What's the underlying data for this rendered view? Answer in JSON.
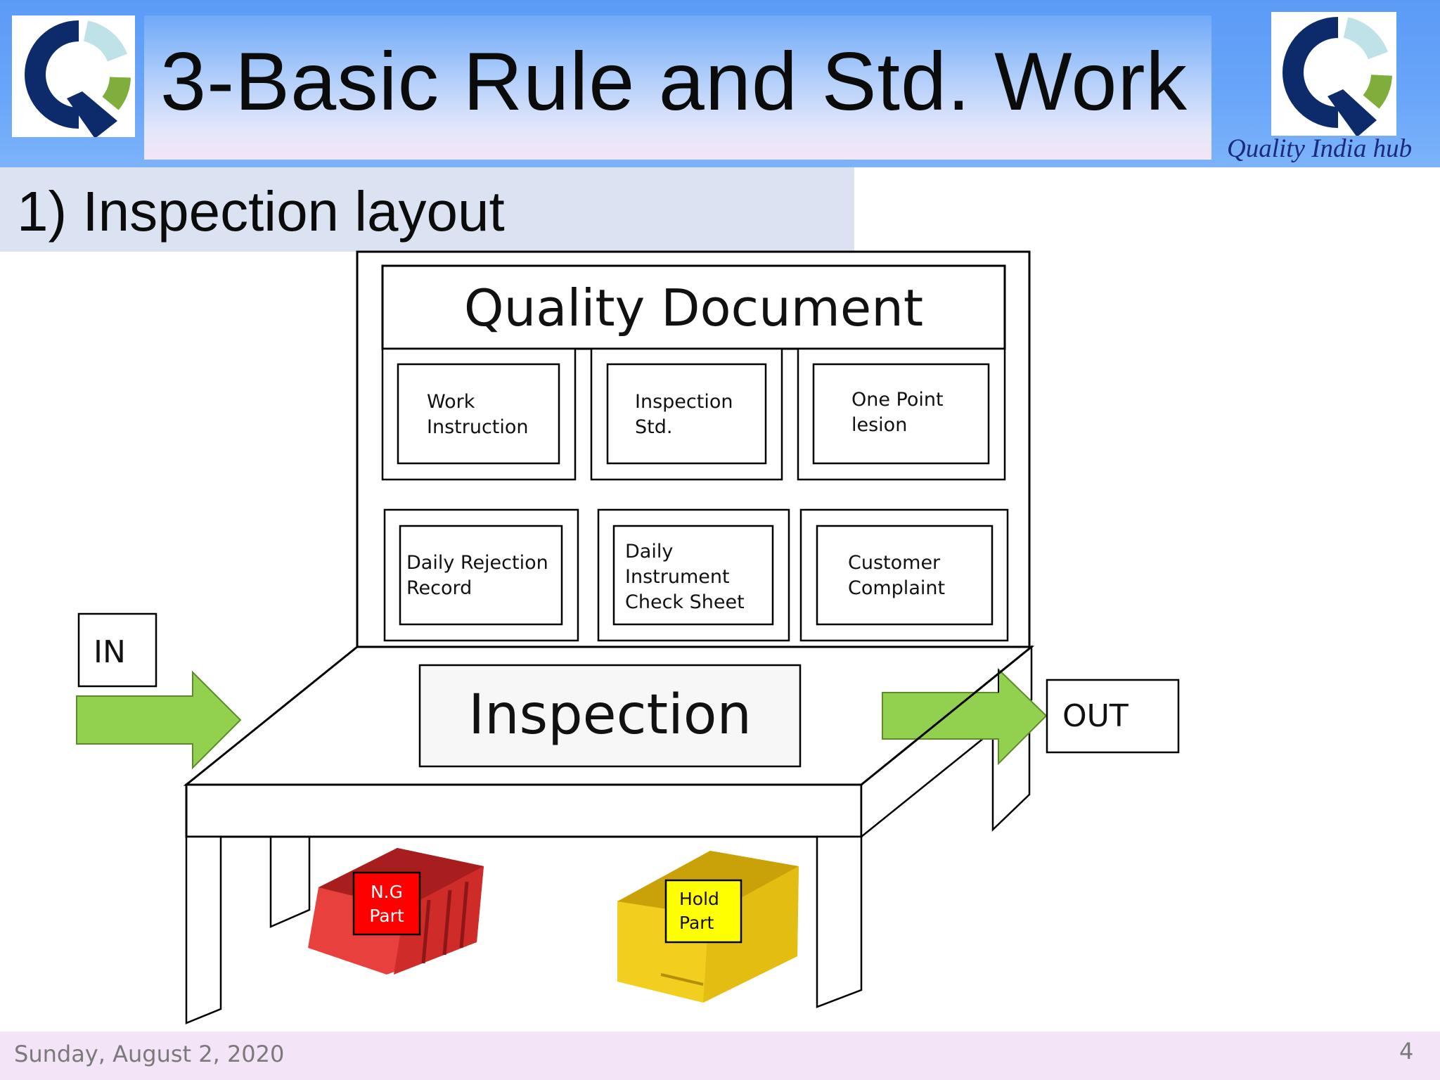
{
  "slide": {
    "title": "3-Basic Rule and Std. Work",
    "section_title": "1) Inspection layout",
    "brand": "Quality India hub",
    "footer_date": "Sunday, August 2, 2020",
    "page_number": "4"
  },
  "board": {
    "title": "Quality Document",
    "documents": [
      "Work\nInstruction",
      "Inspection\nStd.",
      "One Point\nlesion",
      "Daily Rejection\nRecord",
      "Daily\nInstrument\nCheck Sheet",
      "Customer\nComplaint"
    ]
  },
  "table": {
    "label": "Inspection"
  },
  "flow": {
    "in_label": "IN",
    "out_label": "OUT"
  },
  "bins": {
    "ng_label": "N.G\nPart",
    "hold_label": "Hold\nPart"
  },
  "colors": {
    "header": "#5b9bf7",
    "arrow_green": "#92d050",
    "ng_bin": "#e8403c",
    "ng_tag": "#ff0000",
    "hold_bin": "#f2cf1f",
    "hold_tag": "#ffff00",
    "logo_navy": "#0d2a6b",
    "logo_green": "#7fae3c",
    "logo_light": "#bfe1e8"
  }
}
